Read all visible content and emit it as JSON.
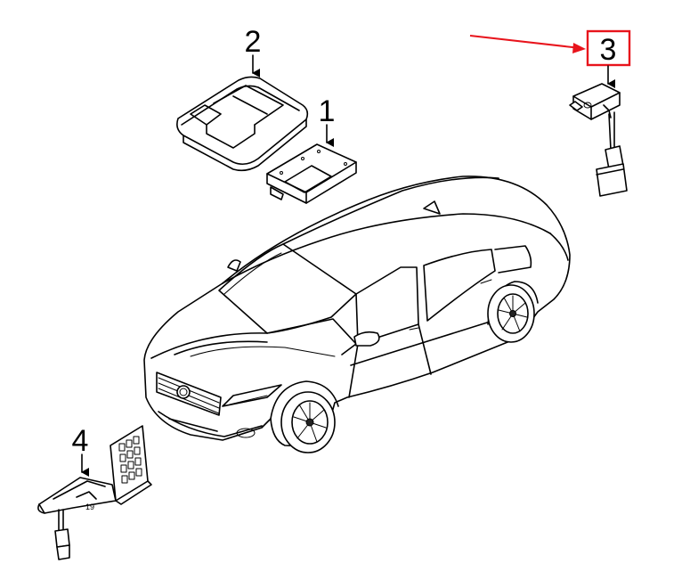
{
  "callouts": [
    {
      "id": "1",
      "label": "1"
    },
    {
      "id": "2",
      "label": "2"
    },
    {
      "id": "3",
      "label": "3",
      "highlighted": true
    },
    {
      "id": "4",
      "label": "4"
    }
  ],
  "colors": {
    "highlight": "#e8141c",
    "line": "#000000",
    "background": "#ffffff"
  }
}
